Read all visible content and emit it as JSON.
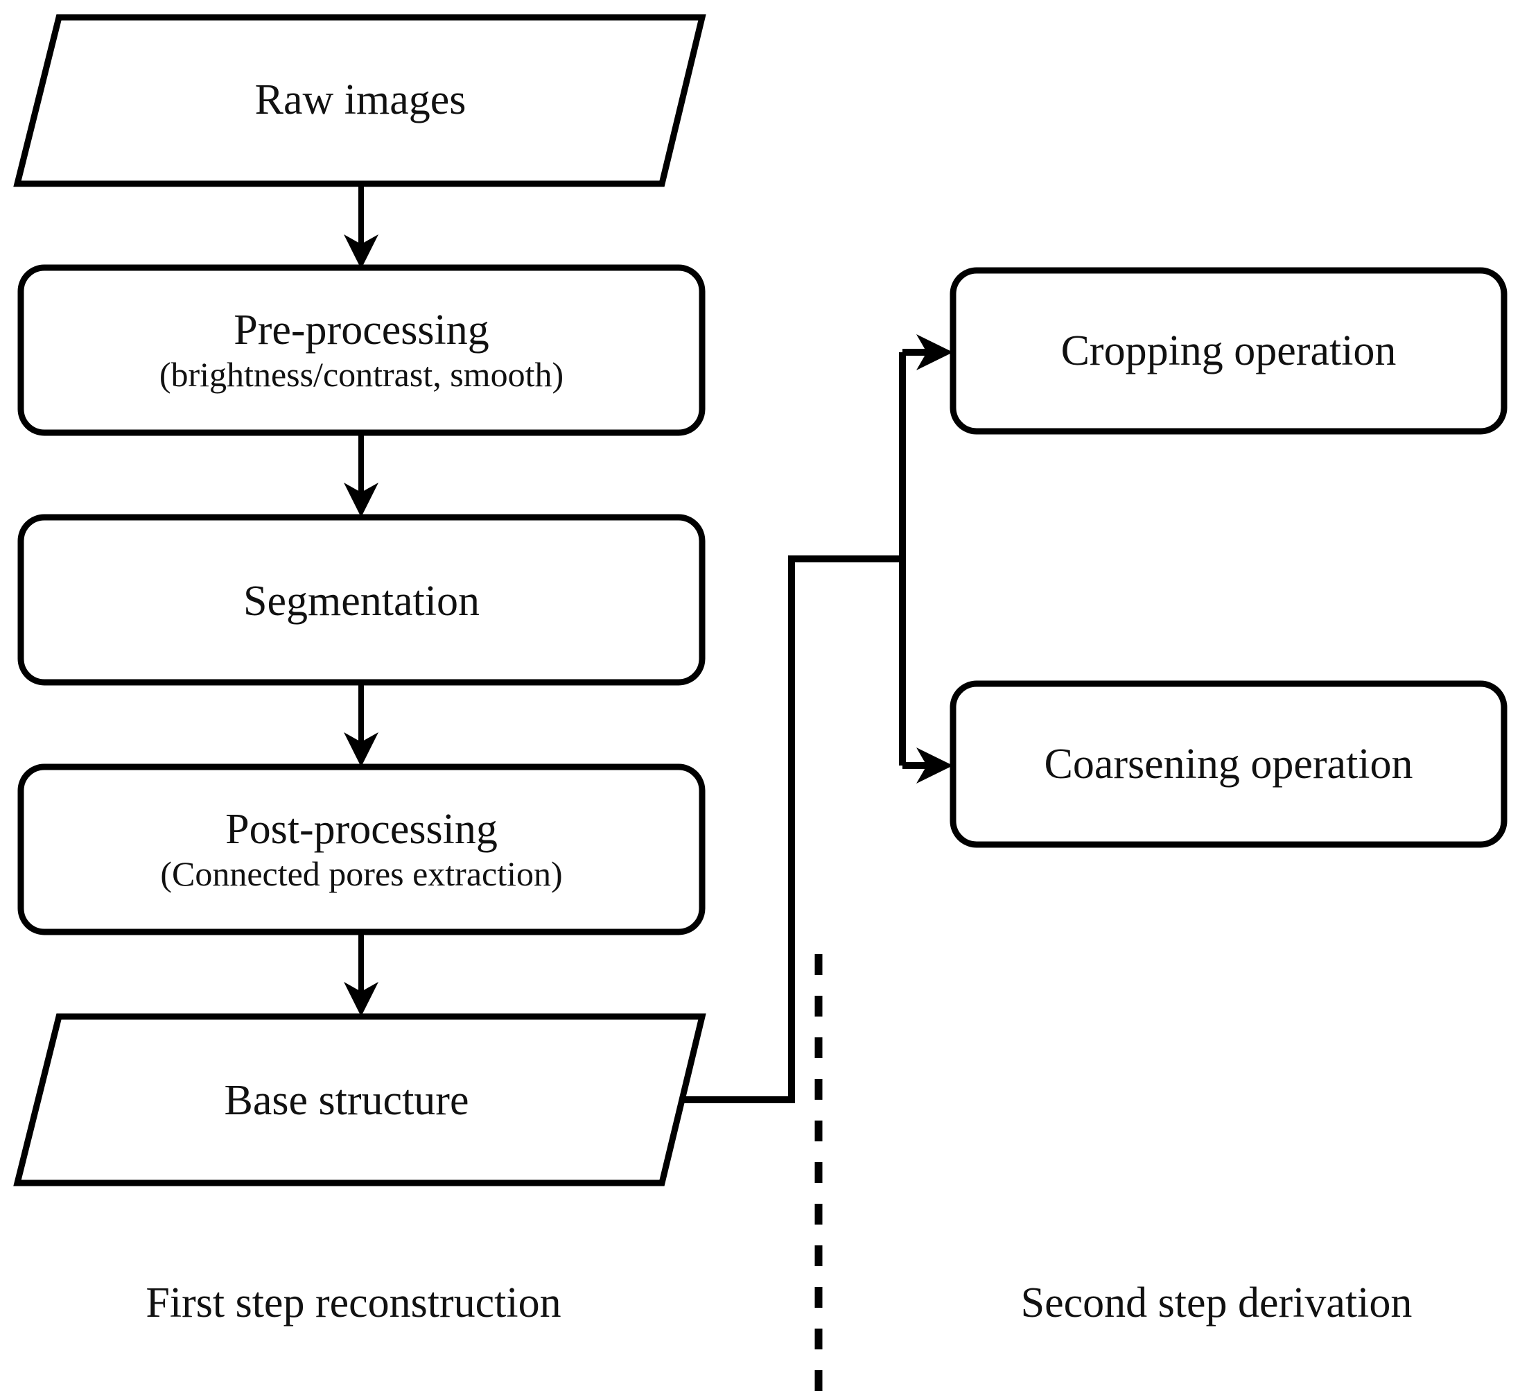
{
  "diagram": {
    "title": "Two-step reconstruction and derivation workflow",
    "background_color": "#ffffff",
    "stroke_color": "#000000",
    "nodes": {
      "raw_images": {
        "label": "Raw images",
        "shape": "parallelogram"
      },
      "pre_processing": {
        "label": "Pre-processing",
        "sublabel": "(brightness/contrast, smooth)",
        "shape": "rounded-rectangle"
      },
      "segmentation": {
        "label": "Segmentation",
        "shape": "rounded-rectangle"
      },
      "post_processing": {
        "label": "Post-processing",
        "sublabel": "(Connected pores extraction)",
        "shape": "rounded-rectangle"
      },
      "base_structure": {
        "label": "Base structure",
        "shape": "parallelogram"
      },
      "cropping_operation": {
        "label": "Cropping operation",
        "shape": "rounded-rectangle"
      },
      "coarsening_operation": {
        "label": "Coarsening operation",
        "shape": "rounded-rectangle"
      }
    },
    "sections": {
      "left": "First step reconstruction",
      "right": "Second step derivation"
    },
    "edges": [
      {
        "from": "raw_images",
        "to": "pre_processing",
        "style": "arrow-down"
      },
      {
        "from": "pre_processing",
        "to": "segmentation",
        "style": "arrow-down"
      },
      {
        "from": "segmentation",
        "to": "post_processing",
        "style": "arrow-down"
      },
      {
        "from": "post_processing",
        "to": "base_structure",
        "style": "arrow-down"
      },
      {
        "from": "base_structure",
        "to": "cropping_operation",
        "style": "elbow-arrow-right"
      },
      {
        "from": "base_structure",
        "to": "coarsening_operation",
        "style": "elbow-arrow-right"
      }
    ],
    "divider": {
      "orientation": "vertical",
      "style": "dashed"
    }
  }
}
